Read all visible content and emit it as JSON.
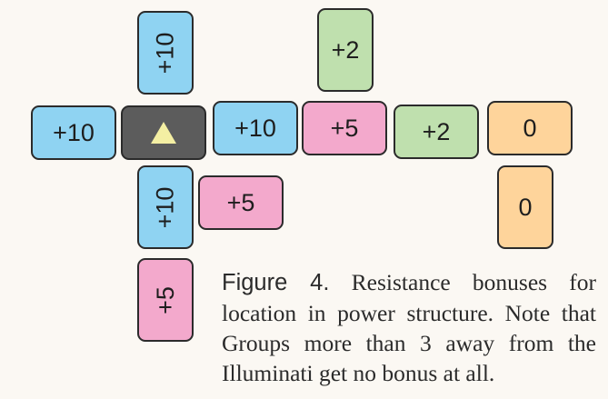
{
  "cards": {
    "top_vertical": "+10",
    "left": "+10",
    "illuminati_symbol": "triangle",
    "bottom_vertical": "+10",
    "bottom_pink_vertical": "+5",
    "pink_small": "+5",
    "right_blue": "+10",
    "right_pink": "+5",
    "top_green": "+2",
    "right_green": "+2",
    "right_orange": "0",
    "bottom_orange": "0"
  },
  "colors": {
    "blue": "#8fd3f2",
    "gray": "#5c5c5c",
    "pink": "#f3a9cc",
    "green": "#bfe0ae",
    "orange": "#fed49b",
    "triangle": "#f4efa3"
  },
  "caption": {
    "lead": "Figure 4.",
    "text": "Resistance bonuses for location in power structure. Note that Groups more than 3 away from the Illuminati get no bonus at all."
  }
}
